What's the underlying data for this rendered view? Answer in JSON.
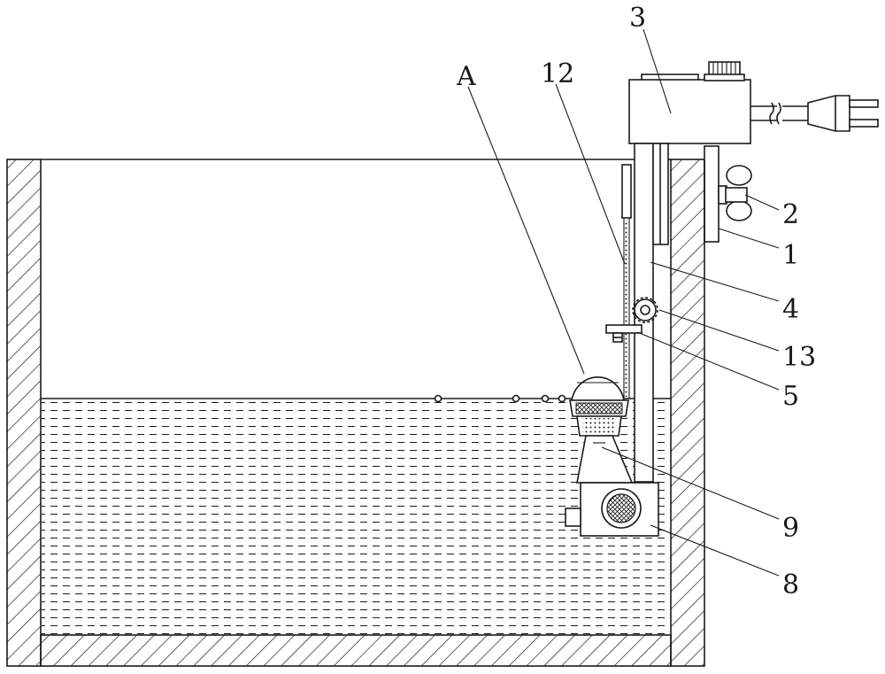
{
  "labels": {
    "l1": "1",
    "l2": "2",
    "l3": "3",
    "l4": "4",
    "l5": "5",
    "l8": "8",
    "l9": "9",
    "l12": "12",
    "l13": "13",
    "lA": "A"
  },
  "colors": {
    "line": "#1a1a1a",
    "background": "#ffffff"
  }
}
